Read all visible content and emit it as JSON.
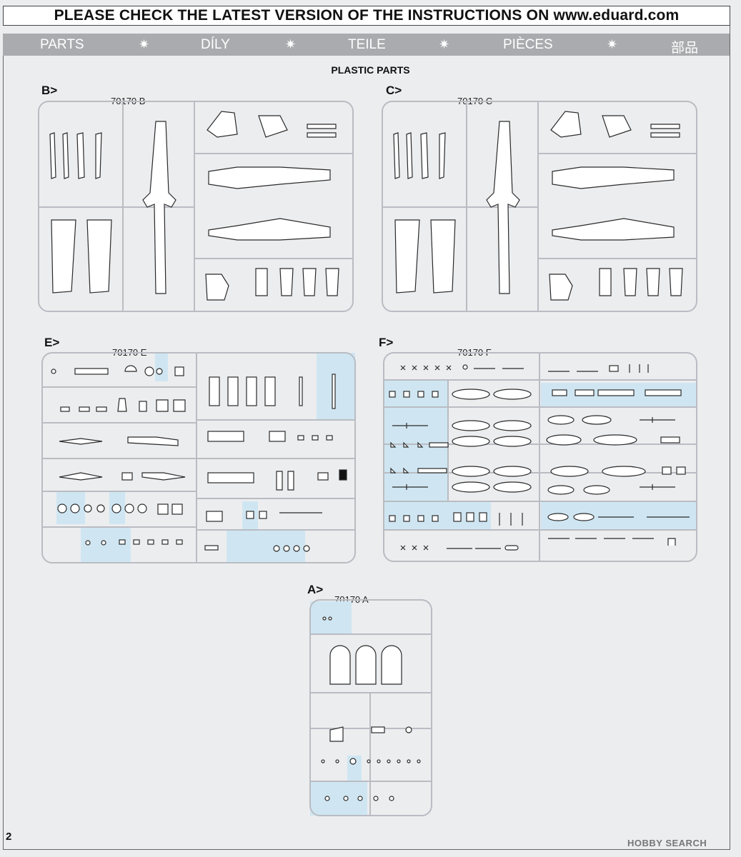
{
  "header": {
    "notice": "PLEASE CHECK THE LATEST VERSION OF THE INSTRUCTIONS ON www.eduard.com"
  },
  "languages": [
    "PARTS",
    "DÍLY",
    "TEILE",
    "PIÈCES",
    "部品"
  ],
  "separator_glyph": "✷",
  "section_title": "PLASTIC PARTS",
  "sprues": [
    {
      "label": "B>",
      "code": "70170 B"
    },
    {
      "label": "C>",
      "code": "70170 C"
    },
    {
      "label": "E>",
      "code": "70170 E"
    },
    {
      "label": "F>",
      "code": "70170 F"
    },
    {
      "label": "A>",
      "code": "70170 A"
    }
  ],
  "page_number": "2",
  "watermark": "HOBBY SEARCH",
  "colors": {
    "sprue_line": "#b9bcc2",
    "clear_parts": "#cfe6f2",
    "part_outline": "#2a2a2a",
    "lang_bar": "#a9abae"
  }
}
